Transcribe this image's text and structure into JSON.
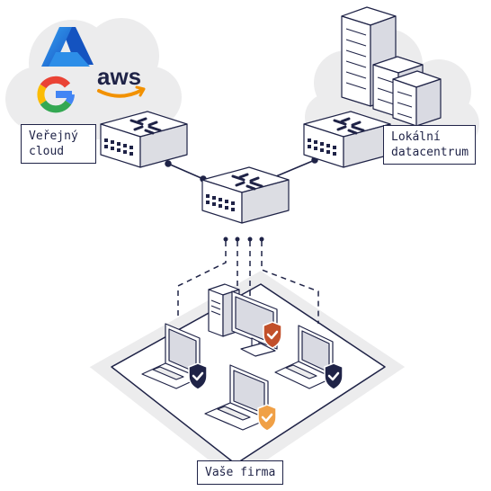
{
  "labels": {
    "public_cloud": [
      "Veřejný",
      "cloud"
    ],
    "local_datacenter": [
      "Lokální",
      "datacentrum"
    ],
    "your_company": "Vaše firma"
  },
  "logos": {
    "aws": "aws",
    "azure": "azure-logo",
    "google": "google-logo"
  },
  "colors": {
    "outline": "#1f2347",
    "cloud_fill": "#ececed",
    "device_fill": "#ffffff",
    "device_shade": "#dcdde3",
    "shield_dark": "#1f2347",
    "shield_red": "#c2502b",
    "shield_orange": "#f0a046",
    "azure_blue": "#1f6fd1",
    "aws_orange": "#f29100"
  }
}
